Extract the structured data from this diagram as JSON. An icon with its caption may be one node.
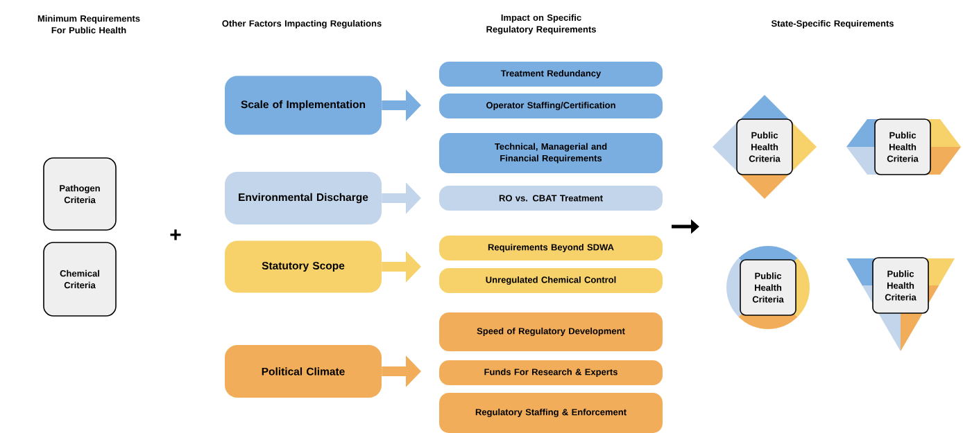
{
  "diagram": {
    "nodes": [
      {
        "text": [
          "Pathogen Criteria"
        ]
      },
      {
        "text": [
          "Chemical Criteria"
        ]
      },
      {
        "text": [
          "Scale of Implementation"
        ]
      },
      {
        "text": [
          "Environmental Discharge"
        ]
      },
      {
        "text": [
          "Statutory Scope"
        ]
      },
      {
        "text": [
          "Political Climate"
        ]
      },
      {
        "text": [
          "Treatment Redundancy"
        ]
      },
      {
        "text": [
          "Operator Staffing/Certification"
        ]
      },
      {
        "text": [
          "Technical, Managerial and Financial Requirements"
        ]
      },
      {
        "text": [
          "RO vs. CBAT Treatment"
        ]
      },
      {
        "text": [
          "Requirements Beyond SDWA"
        ]
      },
      {
        "text": [
          "Unregulated Chemical Control"
        ]
      },
      {
        "text": [
          "Speed of Regulatory Development"
        ]
      },
      {
        "text": [
          "Funds For Research & Experts"
        ]
      },
      {
        "text": [
          "Regulatory Staffing & Enforcement"
        ]
      },
      {
        "text": [
          "Public Health Criteria"
        ]
      },
      {
        "text": [
          "Public Health Criteria"
        ]
      },
      {
        "text": [
          "Public Health Criteria"
        ]
      },
      {
        "text": [
          "Public Health Criteria"
        ]
      }
    ],
    "edges": [
      {
        "from": 2,
        "to": null,
        "arrow": "to",
        "color": "#7aaee0"
      },
      {
        "from": 3,
        "to": null,
        "arrow": "to",
        "color": "#c3d5ea"
      },
      {
        "from": 4,
        "to": null,
        "arrow": "to",
        "color": "#f7d26a"
      },
      {
        "from": 5,
        "to": null,
        "arrow": "to",
        "color": "#f2ad5a"
      }
    ],
    "labels": [
      "Minimum Requirements For Public Health",
      "Other Factors Impacting Regulations",
      "Impact on Specific Regulatory Requirements",
      "State-Specific Requirements",
      "+"
    ]
  }
}
